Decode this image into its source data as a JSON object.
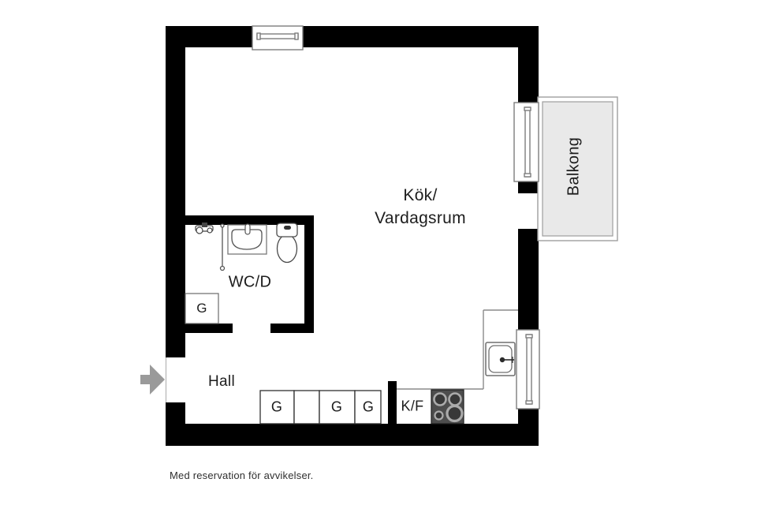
{
  "labels": {
    "kitchen_living_line1": "Kök/",
    "kitchen_living_line2": "Vardagsrum",
    "balcony": "Balkong",
    "wc": "WC/D",
    "hall": "Hall",
    "wardrobe_wc": "G",
    "wardrobe_row": [
      "G",
      "",
      "G",
      "G"
    ],
    "fridge_freezer": "K/F"
  },
  "footer": {
    "disclaimer": "Med reservation för avvikelser."
  },
  "colors": {
    "wall": "#000000",
    "thin_line": "#7d7d7d",
    "balcony_fill": "#e9e9e9",
    "stove_fill": "#4d4d4d",
    "burner_ring": "#ababab",
    "entry_arrow": "#9a9a9a",
    "text": "#1d1d1d"
  },
  "icons": [
    "entry-arrow-icon",
    "window-icon",
    "balcony-icon",
    "washbasin-icon",
    "toilet-icon",
    "shower-mixer-icon",
    "shower-line-icon",
    "wardrobe-box-icon",
    "stove-icon",
    "kitchen-sink-icon"
  ]
}
